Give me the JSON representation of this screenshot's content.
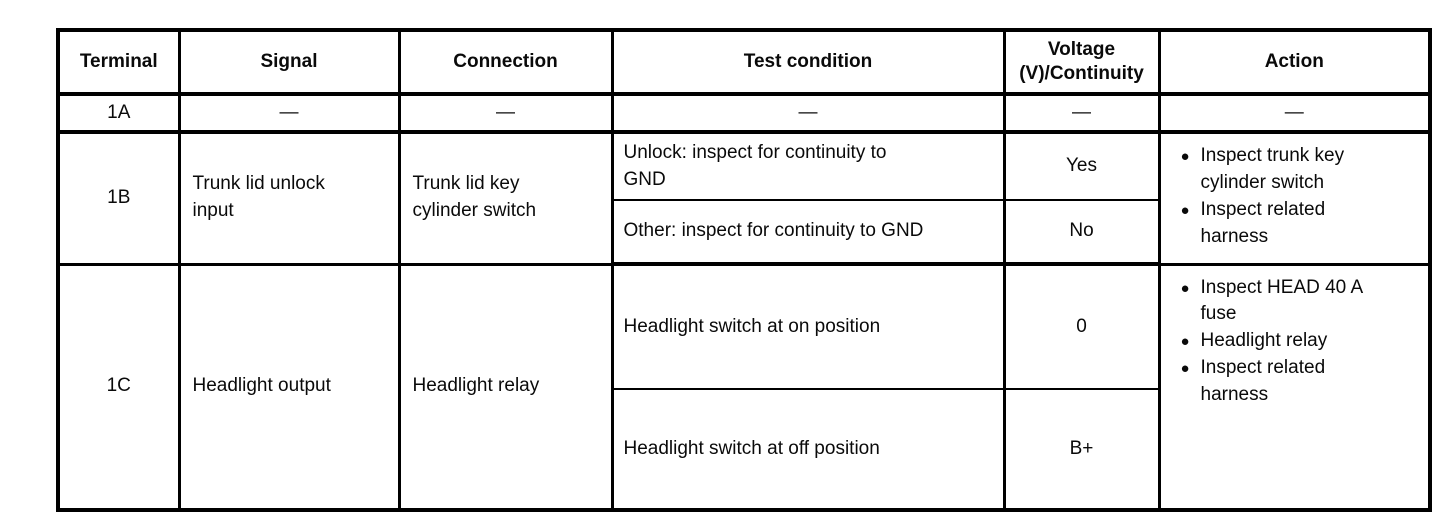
{
  "icons": {
    "bullet": "●"
  },
  "table": {
    "headers": {
      "terminal": "Terminal",
      "signal": "Signal",
      "connection": "Connection",
      "test_condition": "Test condition",
      "voltage": "Voltage\n(V)/Continuity",
      "action": "Action"
    },
    "rows": {
      "r1a": {
        "terminal": "1A",
        "signal": "—",
        "connection": "—",
        "test_condition": "—",
        "voltage": "—",
        "action": "—"
      },
      "r1b": {
        "terminal": "1B",
        "signal": "Trunk lid unlock input",
        "connection": "Trunk lid key cylinder switch",
        "sub_rows": [
          {
            "test_condition": "Unlock: inspect for continuity to GND",
            "voltage": "Yes"
          },
          {
            "test_condition": "Other: inspect for continuity to GND",
            "voltage": "No"
          }
        ],
        "actions": [
          "Inspect trunk key cylinder switch",
          "Inspect related harness"
        ]
      },
      "r1c": {
        "terminal": "1C",
        "signal": "Headlight output",
        "connection": "Headlight relay",
        "sub_rows": [
          {
            "test_condition": "Headlight switch at on position",
            "voltage": "0"
          },
          {
            "test_condition": "Headlight switch at off position",
            "voltage": "B+"
          }
        ],
        "actions": [
          "Inspect HEAD 40 A fuse",
          "Headlight relay",
          "Inspect related harness"
        ]
      }
    }
  }
}
